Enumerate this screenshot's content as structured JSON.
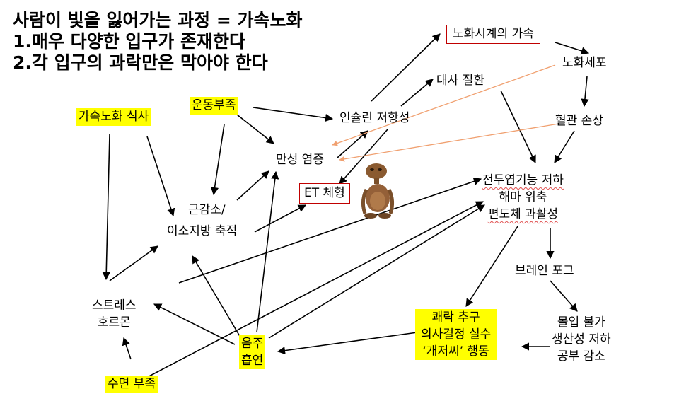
{
  "title": {
    "line1": "사람이 빛을 잃어가는 과정 = 가속노화",
    "line2": " 1.매우 다양한 입구가 존재한다",
    "line3": " 2.각 입구의 과락만은 막아야 한다"
  },
  "nodes": {
    "accel_diet": "가속노화 식사",
    "exercise_lack": "운동부족",
    "chronic_inflammation": "만성 염증",
    "insulin_resistance": "인슐린 저항성",
    "metabolic_disease": "대사 질환",
    "aging_clock": "노화시계의 가속",
    "senescent_cell": "노화세포",
    "vascular_damage": "혈관 손상",
    "muscle_loss": "근감소/",
    "ectopic_fat": "이소지방 축적",
    "et_body": "ET 체형",
    "prefrontal_line1": "전두엽기능 저하",
    "prefrontal_line2": "해마 위축",
    "prefrontal_line3": "편도체 과활성",
    "brain_fog": "브레인 포그",
    "stress_line1": "스트레스",
    "stress_line2": "호르몬",
    "drink_line1": "음주",
    "drink_line2": "흡연",
    "pleasure_line1": "쾌락 추구",
    "pleasure_line2": "의사결정 실수",
    "pleasure_line3": "‘개저씨’ 행동",
    "immersion_line1": "몰입 불가",
    "immersion_line2": "생산성 저하",
    "immersion_line3": "공부 감소",
    "sleep_lack": "수면 부족"
  },
  "colors": {
    "highlight": "#ffff00",
    "box_border": "#c00000",
    "arrow": "#000000",
    "orange_arrow": "#f0a070",
    "underline": "#e05050"
  }
}
